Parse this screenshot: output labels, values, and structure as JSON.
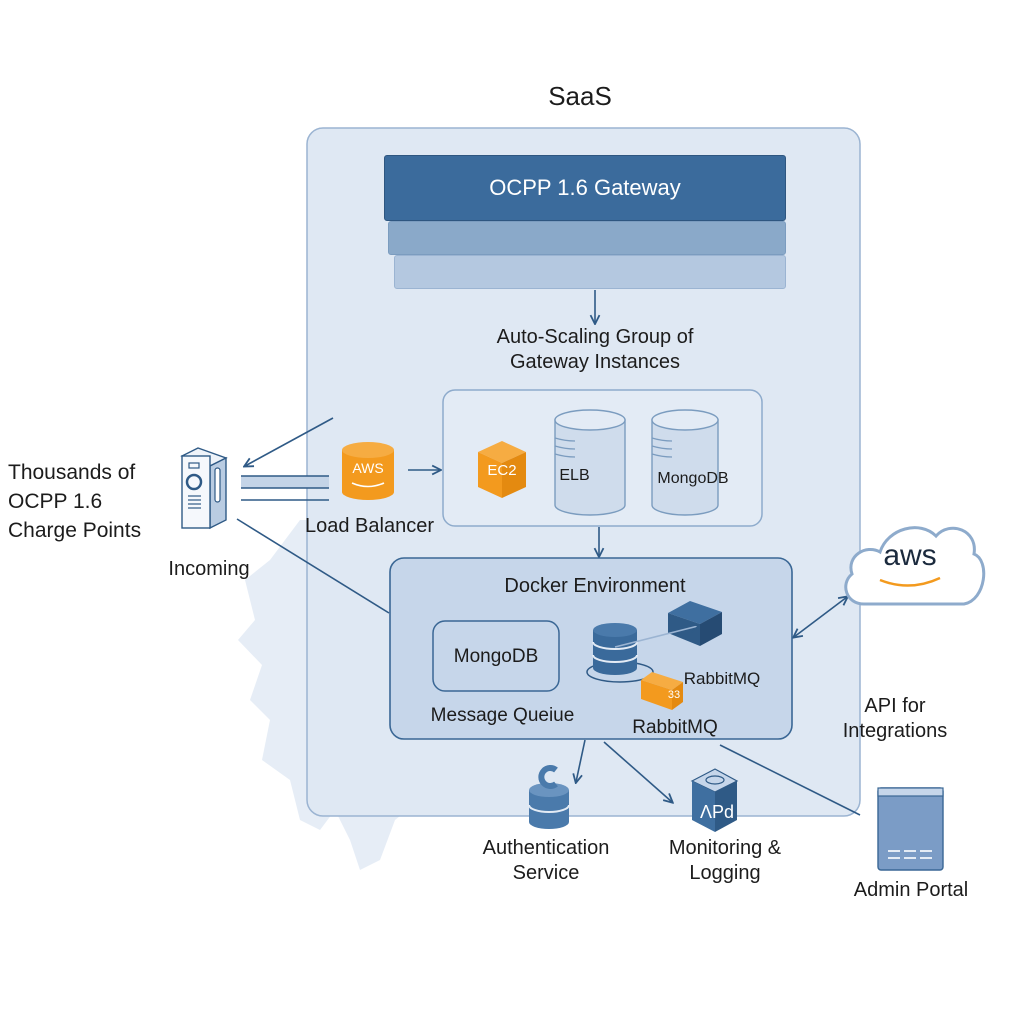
{
  "diagram": {
    "title": "SaaS",
    "gateway": {
      "label": "OCPP 1.6 Gateway"
    },
    "autoscaling": {
      "line1": "Auto-Scaling Group of",
      "line2": "Gateway Instances"
    },
    "instances_group": {
      "items": [
        {
          "label": "EC2",
          "icon": "ec2-cube-icon"
        },
        {
          "label": "ELB",
          "icon": "database-cylinder-icon"
        },
        {
          "label": "MongoDB",
          "icon": "database-cylinder-icon"
        }
      ]
    },
    "charge_points": {
      "line1": "Thousands of",
      "line2": "OCPP 1.6",
      "line3": "Charge Points",
      "incoming_label": "Incoming"
    },
    "load_balancer": {
      "badge": "AWS",
      "label": "Load Balancer"
    },
    "docker": {
      "title": "Docker Environment",
      "mongodb_label": "MongoDB",
      "message_queue_label": "Message Queiue",
      "rabbitmq_label_1": "RabbitMQ",
      "rabbitmq_label_2": "RabbitMQ",
      "box_badge": "33"
    },
    "aws_cloud": {
      "label": "aws"
    },
    "api": {
      "line1": "API for",
      "line2": "Integrations"
    },
    "auth": {
      "line1": "Authentication",
      "line2": "Service"
    },
    "monitoring": {
      "line1": "Monitoring &",
      "line2": "Logging",
      "icon_text": "ΛPd"
    },
    "admin": {
      "label": "Admin Portal"
    }
  },
  "colors": {
    "primary_blue": "#3b6b9c",
    "aws_orange": "#f39a1e",
    "panel_fill": "#dfe8f3",
    "line_blue": "#2f5a86"
  }
}
